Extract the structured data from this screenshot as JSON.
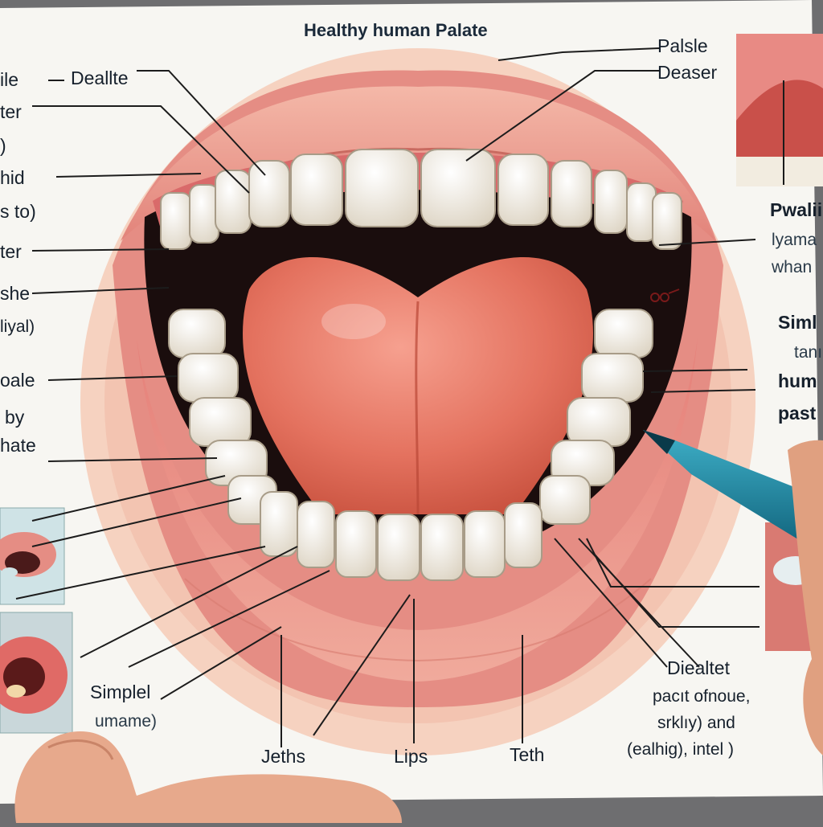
{
  "title": "Healthy human Palate",
  "left_labels": [
    {
      "text": "ile"
    },
    {
      "text": "ter"
    },
    {
      "text": ")"
    },
    {
      "text": "hid"
    },
    {
      "text": "s to)"
    },
    {
      "text": "ter"
    },
    {
      "text": "she"
    },
    {
      "text": "liyal)"
    },
    {
      "text": "oale"
    },
    {
      "text": "by"
    },
    {
      "text": "hate"
    }
  ],
  "top_labels": {
    "dealte": "Deallte",
    "palsle": "Palsle",
    "deaser": "Deaser"
  },
  "right_labels": [
    {
      "text": "Pwalii"
    },
    {
      "text": "lyama"
    },
    {
      "text": "whan"
    },
    {
      "text": "Siml"
    },
    {
      "text": "tanı"
    },
    {
      "text": "hum"
    },
    {
      "text": "past"
    }
  ],
  "bottom_left": {
    "simplel": "Simplel",
    "umame": "umame)"
  },
  "bottom_labels": {
    "jeths": "Jeths",
    "lips": "Lips",
    "teth": "Teth"
  },
  "bottom_right": {
    "line1": "Diealtet",
    "line2": "pacıt ofnoue,",
    "line3": "srklıy) and",
    "line4": "(ealhig), intel )"
  },
  "colors": {
    "card_bg": "#f7f6f2",
    "lip": "#e88a84",
    "tongue": "#e8786a",
    "tooth": "#f2ece0",
    "mouth_dark": "#1a0d0d",
    "gum": "#d96a6a",
    "pen": "#1c8aa6",
    "text": "#16202c"
  }
}
